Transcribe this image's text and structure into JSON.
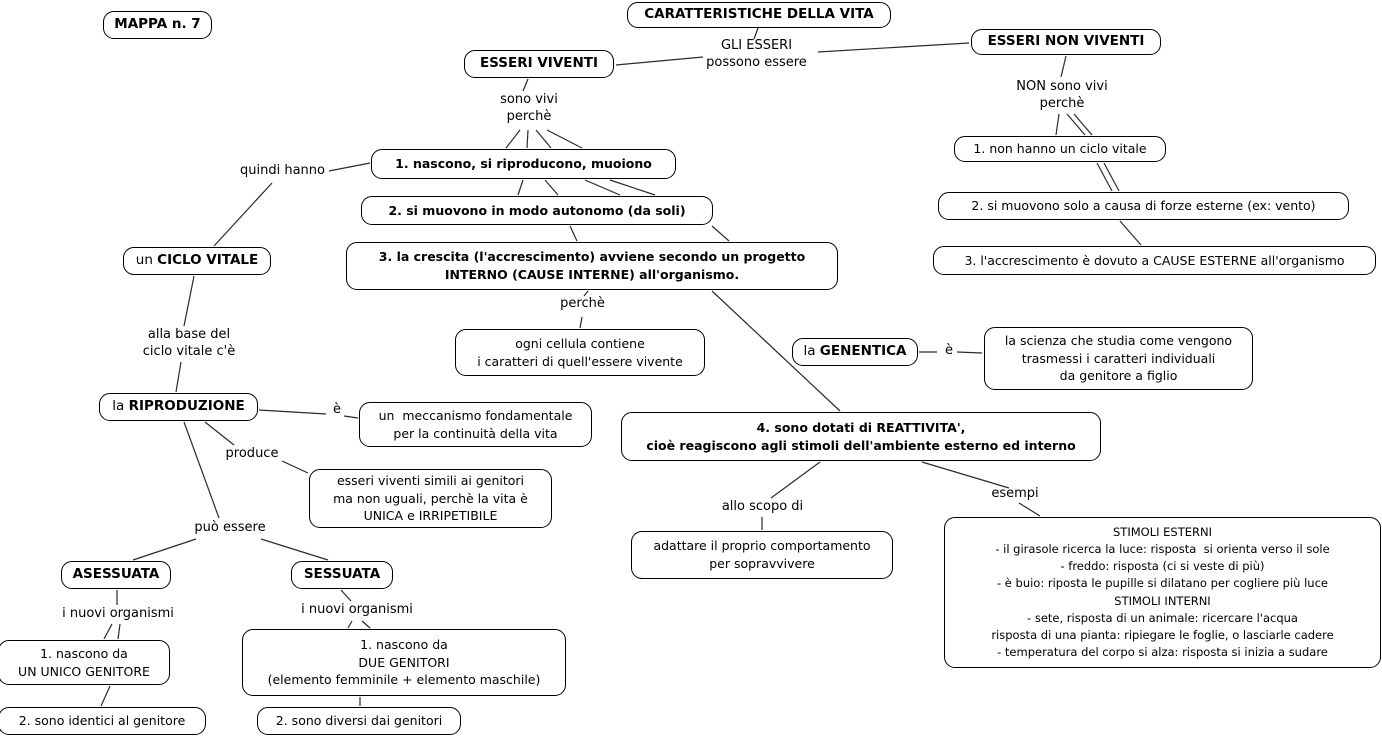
{
  "map_label": "MAPPA n. 7",
  "nodes": {
    "mappa": "MAPPA n. 7",
    "caratteristiche": "CARATTERISTICHE DELLA VITA",
    "esseri_viventi": "ESSERI VIVENTI",
    "esseri_non_viventi": "ESSERI NON VIVENTI",
    "v1": "1. nascono, si riproducono, muoiono",
    "v2": "2. si muovono in modo autonomo (da soli)",
    "v3": "3. la crescita (l'accrescimento) avviene secondo un progetto\nINTERNO (CAUSE INTERNE) all'organismo.",
    "v4": "4. sono dotati di REATTIVITA',\ncioè reagiscono agli stimoli dell'ambiente esterno ed interno",
    "nv1": "1. non hanno un ciclo vitale",
    "nv2": "2. si muovono solo a causa di forze esterne (ex: vento)",
    "nv3": "3. l'accrescimento è dovuto a CAUSE ESTERNE all'organismo",
    "ciclo_prefix": "un ",
    "ciclo": "CICLO VITALE",
    "riproduzione_prefix": "la ",
    "riproduzione": "RIPRODUZIONE",
    "genentica_prefix": "la ",
    "genentica": "GENENTICA",
    "meccanismo": "un  meccanismo fondamentale\nper la continuità della vita",
    "ogni_cellula": "ogni cellula contiene\ni caratteri di quell'essere vivente",
    "scienza": "la scienza che studia come vengono\ntrasmessi i caratteri individuali\nda genitore a figlio",
    "simili": "esseri viventi simili ai genitori\nma non uguali, perchè la vita è\nUNICA e IRRIPETIBILE",
    "asessuata": "ASESSUATA",
    "sessuata": "SESSUATA",
    "unico_genitore": "1. nascono da\nUN UNICO GENITORE",
    "identici": "2. sono identici al genitore",
    "due_genitori": "1. nascono da\nDUE GENITORI\n(elemento femminile + elemento maschile)",
    "diversi": "2. sono diversi dai genitori",
    "adattare": "adattare il proprio comportamento\nper sopravvivere",
    "stimoli": "STIMOLI ESTERNI\n- il girasole ricerca la luce: risposta  si orienta verso il sole\n- freddo: risposta (ci si veste di più)\n- è buio: riposta le pupille si dilatano per cogliere più luce\nSTIMOLI INTERNI\n- sete, risposta di un animale: ricercare l'acqua\nrisposta di una pianta: ripiegare le foglie, o lasciarle cadere\n- temperatura del corpo si alza: risposta si inizia a sudare"
  },
  "labels": {
    "gli_esseri": "GLI ESSERI\npossono essere",
    "sono_vivi": "sono vivi\nperchè",
    "non_sono_vivi": "NON sono vivi\nperchè",
    "quindi_hanno": "quindi hanno",
    "alla_base": "alla base del\nciclo vitale c'è",
    "e_riproduzione": "è",
    "produce": "produce",
    "puo_essere": "può essere",
    "nuovi_organismi_sx": "i nuovi organismi",
    "nuovi_organismi_dx": "i nuovi organismi",
    "perche_cellula": "perchè",
    "e_genentica": "è",
    "allo_scopo_di": "allo scopo di",
    "esempi": "esempi"
  },
  "colors": {
    "background": "#ffffff",
    "border": "#000000",
    "text": "#000000",
    "line": "#2b2b2b"
  }
}
